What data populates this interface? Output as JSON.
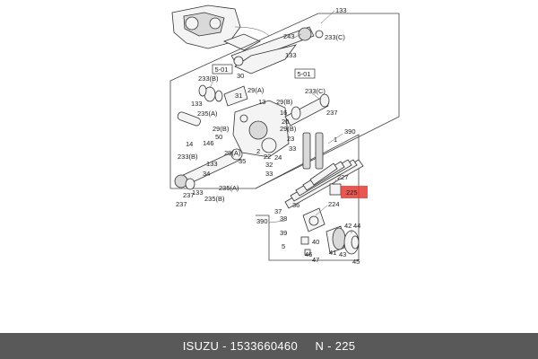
{
  "diagram": {
    "labels": {
      "l133a": "133",
      "l233c_top": "233(C)",
      "l243": "243",
      "l133b": "133",
      "l5_01a": "5-01",
      "l5_01b": "5-01",
      "l233b": "233(B)",
      "l30": "30",
      "l31": "31",
      "l29a": "29(A)",
      "l233c_mid": "233(C)",
      "l133c": "133",
      "l13": "13",
      "l29b": "29(B)",
      "l237a": "237",
      "l235a": "235(A)",
      "l16": "16",
      "l20": "20",
      "l29b2": "29(B)",
      "l50": "50",
      "l146": "146",
      "l29a2": "29(A)",
      "l14": "14",
      "l23": "23",
      "l33": "33",
      "l233b2": "233(B)",
      "l2": "2",
      "l22": "22",
      "l24": "24",
      "l32": "32",
      "l35": "35",
      "l133d": "133",
      "l34": "34",
      "l237b": "237",
      "l133e": "133",
      "l235a2": "235(A)",
      "l235b": "235(B)",
      "l1": "1",
      "l390a": "390",
      "l227": "227",
      "l225": "225",
      "l224": "224",
      "l37": "37",
      "l36": "36",
      "l38": "38",
      "l390b": "390",
      "l39": "39",
      "l40": "40",
      "l5": "5",
      "l42": "42",
      "l44": "44",
      "l41": "41",
      "l43": "43",
      "l45": "45",
      "l46": "46",
      "l47": "47"
    },
    "highlight_color": "#e53935"
  },
  "footer": {
    "brand": "ISUZU",
    "sep1": " - ",
    "part_number": "1533660460",
    "gap": "     ",
    "ref": "N - 225"
  }
}
